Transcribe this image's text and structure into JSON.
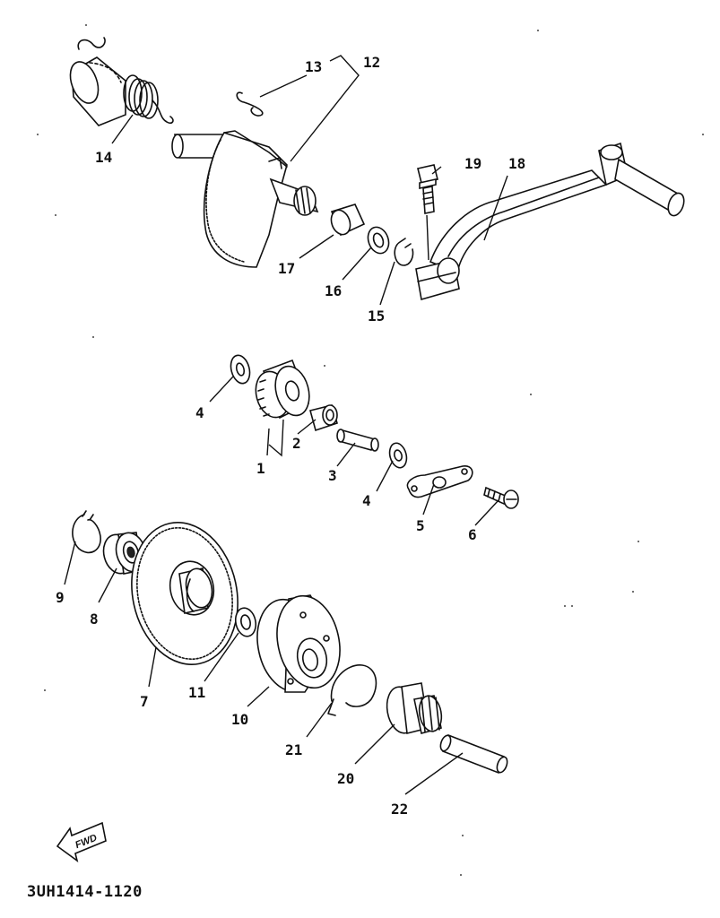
{
  "diagram": {
    "callouts": {
      "c1": "1",
      "c2": "2",
      "c3": "3",
      "c4a": "4",
      "c4b": "4",
      "c5": "5",
      "c6": "6",
      "c7": "7",
      "c8": "8",
      "c9": "9",
      "c10": "10",
      "c11": "11",
      "c12": "12",
      "c13": "13",
      "c14": "14",
      "c15": "15",
      "c16": "16",
      "c17": "17",
      "c18": "18",
      "c19": "19",
      "c20": "20",
      "c21": "21",
      "c22": "22"
    },
    "fwd_label": "FWD",
    "part_code": "3UH1414-1120"
  }
}
